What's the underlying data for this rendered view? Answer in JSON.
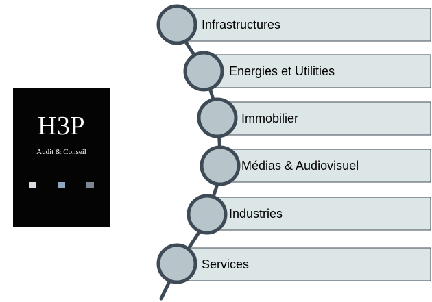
{
  "logo": {
    "mark": "H3P",
    "subtitle": "Audit & Conseil",
    "squares": [
      "#d7dde2",
      "#8ea6bf",
      "#7d8793"
    ]
  },
  "colors": {
    "bar_fill": "#dde6e7",
    "bar_stroke": "#3e4a56",
    "circle_fill": "#b7c4c9",
    "line": "#3e4a56"
  },
  "items": [
    {
      "label": "Infrastructures"
    },
    {
      "label": "Energies et Utilities"
    },
    {
      "label": "Immobilier"
    },
    {
      "label": "Médias & Audiovisuel"
    },
    {
      "label": "Industries"
    },
    {
      "label": "Services"
    }
  ]
}
